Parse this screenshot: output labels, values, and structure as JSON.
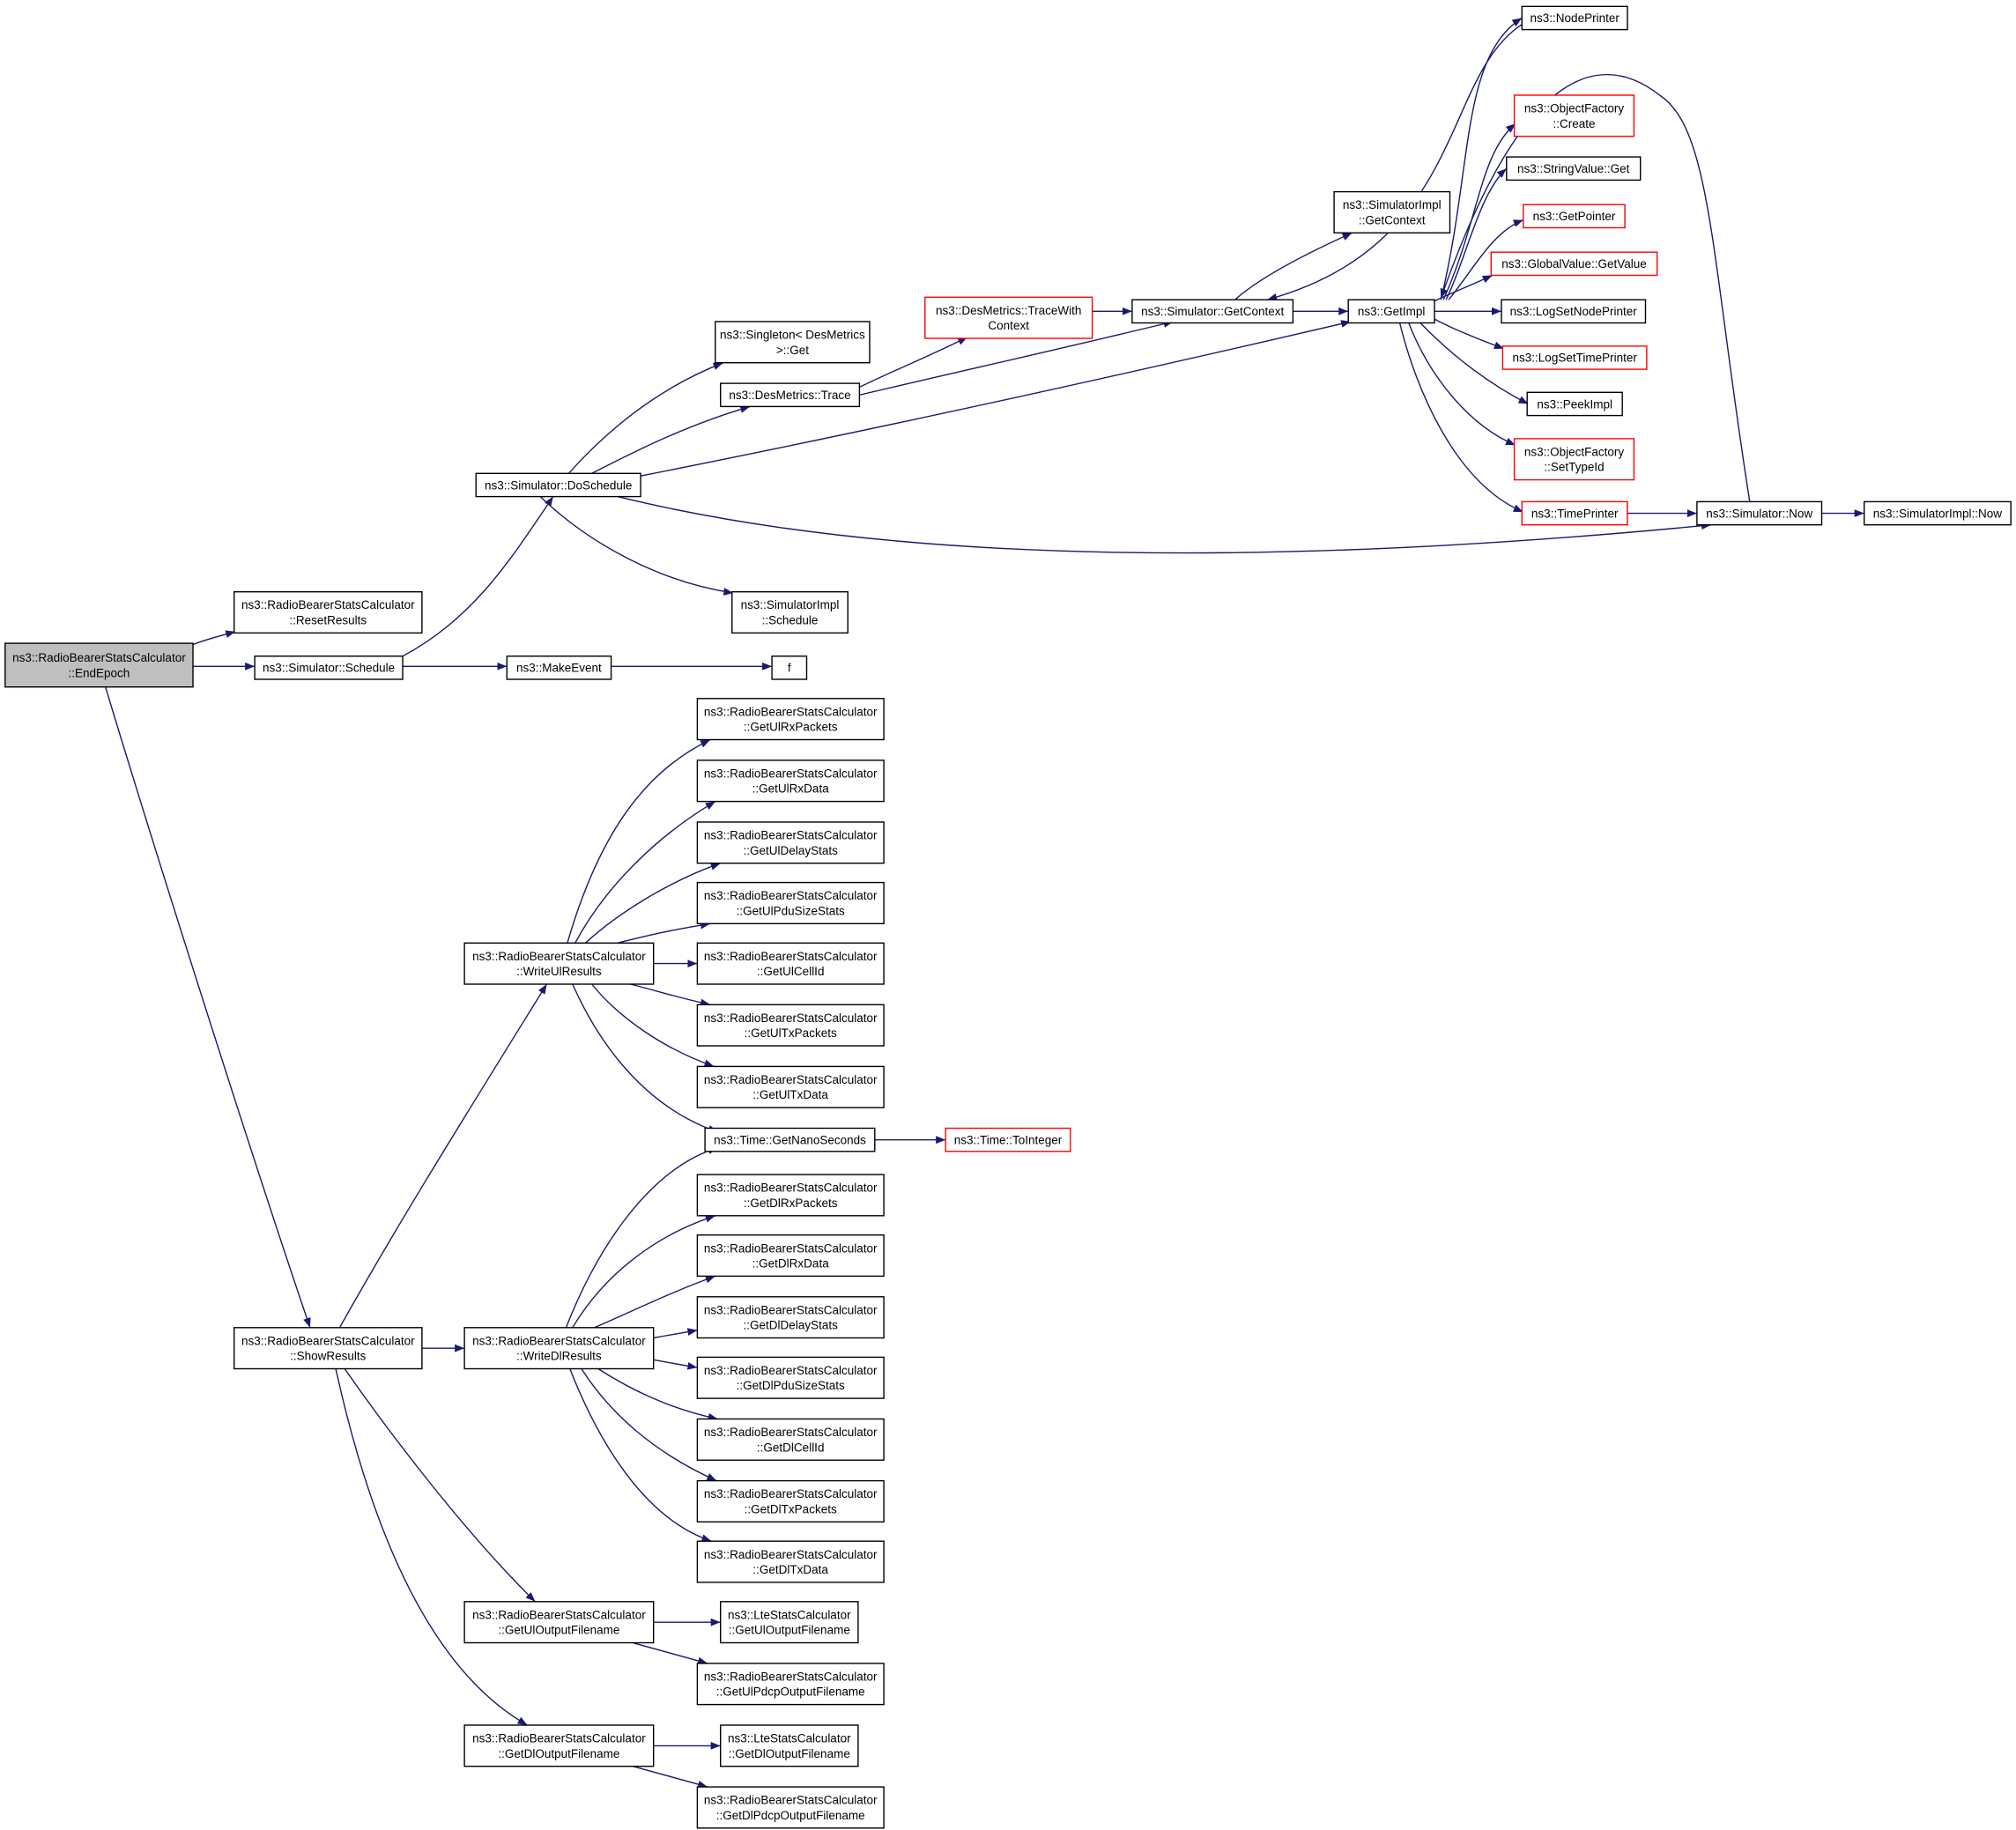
{
  "colors": {
    "edge": "#191970",
    "normal_border": "#000000",
    "truncated_border": "#ff0000",
    "root_fill": "#bfbfbf"
  },
  "nodes": {
    "end_epoch": {
      "lines": [
        "ns3::RadioBearerStatsCalculator",
        "::EndEpoch"
      ],
      "style": "root"
    },
    "reset_results": {
      "lines": [
        "ns3::RadioBearerStatsCalculator",
        "::ResetResults"
      ],
      "style": "normal"
    },
    "sim_schedule": {
      "lines": [
        "ns3::Simulator::Schedule"
      ],
      "style": "normal"
    },
    "show_results": {
      "lines": [
        "ns3::RadioBearerStatsCalculator",
        "::ShowResults"
      ],
      "style": "normal"
    },
    "do_schedule": {
      "lines": [
        "ns3::Simulator::DoSchedule"
      ],
      "style": "normal"
    },
    "make_event": {
      "lines": [
        "ns3::MakeEvent"
      ],
      "style": "normal"
    },
    "f": {
      "lines": [
        "f"
      ],
      "style": "normal"
    },
    "singleton_get": {
      "lines": [
        "ns3::Singleton< DesMetrics",
        ">::Get"
      ],
      "style": "normal"
    },
    "desmetrics_trace": {
      "lines": [
        "ns3::DesMetrics::Trace"
      ],
      "style": "normal"
    },
    "simimpl_schedule": {
      "lines": [
        "ns3::SimulatorImpl",
        "::Schedule"
      ],
      "style": "normal"
    },
    "trace_with_context": {
      "lines": [
        "ns3::DesMetrics::TraceWith",
        "Context"
      ],
      "style": "red"
    },
    "sim_getcontext": {
      "lines": [
        "ns3::Simulator::GetContext"
      ],
      "style": "normal"
    },
    "simimpl_getcontext": {
      "lines": [
        "ns3::SimulatorImpl",
        "::GetContext"
      ],
      "style": "normal"
    },
    "getimpl": {
      "lines": [
        "ns3::GetImpl"
      ],
      "style": "normal"
    },
    "node_printer": {
      "lines": [
        "ns3::NodePrinter"
      ],
      "style": "normal"
    },
    "of_create": {
      "lines": [
        "ns3::ObjectFactory",
        "::Create"
      ],
      "style": "red"
    },
    "stringvalue_get": {
      "lines": [
        "ns3::StringValue::Get"
      ],
      "style": "normal"
    },
    "getpointer": {
      "lines": [
        "ns3::GetPointer"
      ],
      "style": "red"
    },
    "globalvalue_getvalue": {
      "lines": [
        "ns3::GlobalValue::GetValue"
      ],
      "style": "red"
    },
    "logsetnodeprinter": {
      "lines": [
        "ns3::LogSetNodePrinter"
      ],
      "style": "normal"
    },
    "logsettimeprinter": {
      "lines": [
        "ns3::LogSetTimePrinter"
      ],
      "style": "red"
    },
    "peekimpl": {
      "lines": [
        "ns3::PeekImpl"
      ],
      "style": "normal"
    },
    "of_settypeid": {
      "lines": [
        "ns3::ObjectFactory",
        "::SetTypeId"
      ],
      "style": "red"
    },
    "timeprinter": {
      "lines": [
        "ns3::TimePrinter"
      ],
      "style": "red"
    },
    "sim_now": {
      "lines": [
        "ns3::Simulator::Now"
      ],
      "style": "normal"
    },
    "simimpl_now": {
      "lines": [
        "ns3::SimulatorImpl::Now"
      ],
      "style": "normal"
    },
    "write_ul": {
      "lines": [
        "ns3::RadioBearerStatsCalculator",
        "::WriteUlResults"
      ],
      "style": "normal"
    },
    "write_dl": {
      "lines": [
        "ns3::RadioBearerStatsCalculator",
        "::WriteDlResults"
      ],
      "style": "normal"
    },
    "get_ul_output": {
      "lines": [
        "ns3::RadioBearerStatsCalculator",
        "::GetUlOutputFilename"
      ],
      "style": "normal"
    },
    "get_dl_output": {
      "lines": [
        "ns3::RadioBearerStatsCalculator",
        "::GetDlOutputFilename"
      ],
      "style": "normal"
    },
    "ul_rx_packets": {
      "lines": [
        "ns3::RadioBearerStatsCalculator",
        "::GetUlRxPackets"
      ],
      "style": "normal"
    },
    "ul_rx_data": {
      "lines": [
        "ns3::RadioBearerStatsCalculator",
        "::GetUlRxData"
      ],
      "style": "normal"
    },
    "ul_delay": {
      "lines": [
        "ns3::RadioBearerStatsCalculator",
        "::GetUlDelayStats"
      ],
      "style": "normal"
    },
    "ul_pdu": {
      "lines": [
        "ns3::RadioBearerStatsCalculator",
        "::GetUlPduSizeStats"
      ],
      "style": "normal"
    },
    "ul_cellid": {
      "lines": [
        "ns3::RadioBearerStatsCalculator",
        "::GetUlCellId"
      ],
      "style": "normal"
    },
    "ul_tx_packets": {
      "lines": [
        "ns3::RadioBearerStatsCalculator",
        "::GetUlTxPackets"
      ],
      "style": "normal"
    },
    "ul_tx_data": {
      "lines": [
        "ns3::RadioBearerStatsCalculator",
        "::GetUlTxData"
      ],
      "style": "normal"
    },
    "get_nanoseconds": {
      "lines": [
        "ns3::Time::GetNanoSeconds"
      ],
      "style": "normal"
    },
    "time_tointeger": {
      "lines": [
        "ns3::Time::ToInteger"
      ],
      "style": "red"
    },
    "dl_rx_packets": {
      "lines": [
        "ns3::RadioBearerStatsCalculator",
        "::GetDlRxPackets"
      ],
      "style": "normal"
    },
    "dl_rx_data": {
      "lines": [
        "ns3::RadioBearerStatsCalculator",
        "::GetDlRxData"
      ],
      "style": "normal"
    },
    "dl_delay": {
      "lines": [
        "ns3::RadioBearerStatsCalculator",
        "::GetDlDelayStats"
      ],
      "style": "normal"
    },
    "dl_pdu": {
      "lines": [
        "ns3::RadioBearerStatsCalculator",
        "::GetDlPduSizeStats"
      ],
      "style": "normal"
    },
    "dl_cellid": {
      "lines": [
        "ns3::RadioBearerStatsCalculator",
        "::GetDlCellId"
      ],
      "style": "normal"
    },
    "dl_tx_packets": {
      "lines": [
        "ns3::RadioBearerStatsCalculator",
        "::GetDlTxPackets"
      ],
      "style": "normal"
    },
    "dl_tx_data": {
      "lines": [
        "ns3::RadioBearerStatsCalculator",
        "::GetDlTxData"
      ],
      "style": "normal"
    },
    "lte_ul_output": {
      "lines": [
        "ns3::LteStatsCalculator",
        "::GetUlOutputFilename"
      ],
      "style": "normal"
    },
    "ul_pdcp_output": {
      "lines": [
        "ns3::RadioBearerStatsCalculator",
        "::GetUlPdcpOutputFilename"
      ],
      "style": "normal"
    },
    "lte_dl_output": {
      "lines": [
        "ns3::LteStatsCalculator",
        "::GetDlOutputFilename"
      ],
      "style": "normal"
    },
    "dl_pdcp_output": {
      "lines": [
        "ns3::RadioBearerStatsCalculator",
        "::GetDlPdcpOutputFilename"
      ],
      "style": "normal"
    }
  },
  "edges": [
    [
      "end_epoch",
      "reset_results"
    ],
    [
      "end_epoch",
      "sim_schedule"
    ],
    [
      "end_epoch",
      "show_results"
    ],
    [
      "sim_schedule",
      "do_schedule"
    ],
    [
      "sim_schedule",
      "make_event"
    ],
    [
      "make_event",
      "f"
    ],
    [
      "do_schedule",
      "singleton_get"
    ],
    [
      "do_schedule",
      "desmetrics_trace"
    ],
    [
      "do_schedule",
      "simimpl_schedule"
    ],
    [
      "do_schedule",
      "getimpl"
    ],
    [
      "do_schedule",
      "sim_now"
    ],
    [
      "desmetrics_trace",
      "trace_with_context"
    ],
    [
      "desmetrics_trace",
      "sim_getcontext"
    ],
    [
      "trace_with_context",
      "sim_getcontext"
    ],
    [
      "sim_getcontext",
      "simimpl_getcontext"
    ],
    [
      "sim_getcontext",
      "getimpl"
    ],
    [
      "getimpl",
      "node_printer"
    ],
    [
      "getimpl",
      "of_create"
    ],
    [
      "getimpl",
      "stringvalue_get"
    ],
    [
      "getimpl",
      "getpointer"
    ],
    [
      "getimpl",
      "globalvalue_getvalue"
    ],
    [
      "getimpl",
      "logsetnodeprinter"
    ],
    [
      "getimpl",
      "logsettimeprinter"
    ],
    [
      "getimpl",
      "peekimpl"
    ],
    [
      "getimpl",
      "of_settypeid"
    ],
    [
      "getimpl",
      "timeprinter"
    ],
    [
      "node_printer",
      "sim_getcontext"
    ],
    [
      "sim_now",
      "getimpl"
    ],
    [
      "timeprinter",
      "sim_now"
    ],
    [
      "sim_now",
      "simimpl_now"
    ],
    [
      "show_results",
      "write_ul"
    ],
    [
      "show_results",
      "write_dl"
    ],
    [
      "show_results",
      "get_ul_output"
    ],
    [
      "show_results",
      "get_dl_output"
    ],
    [
      "write_ul",
      "ul_rx_packets"
    ],
    [
      "write_ul",
      "ul_rx_data"
    ],
    [
      "write_ul",
      "ul_delay"
    ],
    [
      "write_ul",
      "ul_pdu"
    ],
    [
      "write_ul",
      "ul_cellid"
    ],
    [
      "write_ul",
      "ul_tx_packets"
    ],
    [
      "write_ul",
      "ul_tx_data"
    ],
    [
      "write_ul",
      "get_nanoseconds"
    ],
    [
      "get_nanoseconds",
      "time_tointeger"
    ],
    [
      "write_dl",
      "get_nanoseconds"
    ],
    [
      "write_dl",
      "dl_rx_packets"
    ],
    [
      "write_dl",
      "dl_rx_data"
    ],
    [
      "write_dl",
      "dl_delay"
    ],
    [
      "write_dl",
      "dl_pdu"
    ],
    [
      "write_dl",
      "dl_cellid"
    ],
    [
      "write_dl",
      "dl_tx_packets"
    ],
    [
      "write_dl",
      "dl_tx_data"
    ],
    [
      "get_ul_output",
      "lte_ul_output"
    ],
    [
      "get_ul_output",
      "ul_pdcp_output"
    ],
    [
      "get_dl_output",
      "lte_dl_output"
    ],
    [
      "get_dl_output",
      "dl_pdcp_output"
    ]
  ]
}
